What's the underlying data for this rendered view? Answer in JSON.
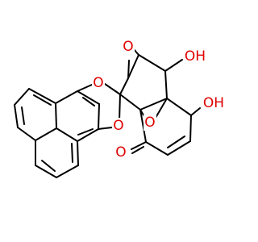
{
  "molecule": {
    "colors": {
      "bond": "#000000",
      "heteroatom_oxygen": "#e00000",
      "background": "#ffffff"
    },
    "labels": {
      "epoxide_top": "O",
      "hydroxyl_upper": "OH",
      "hydroxyl_lower": "OH",
      "dioxin_upper": "O",
      "dioxin_lower": "O",
      "epoxide_bridge": "O",
      "ketone": "O"
    }
  }
}
